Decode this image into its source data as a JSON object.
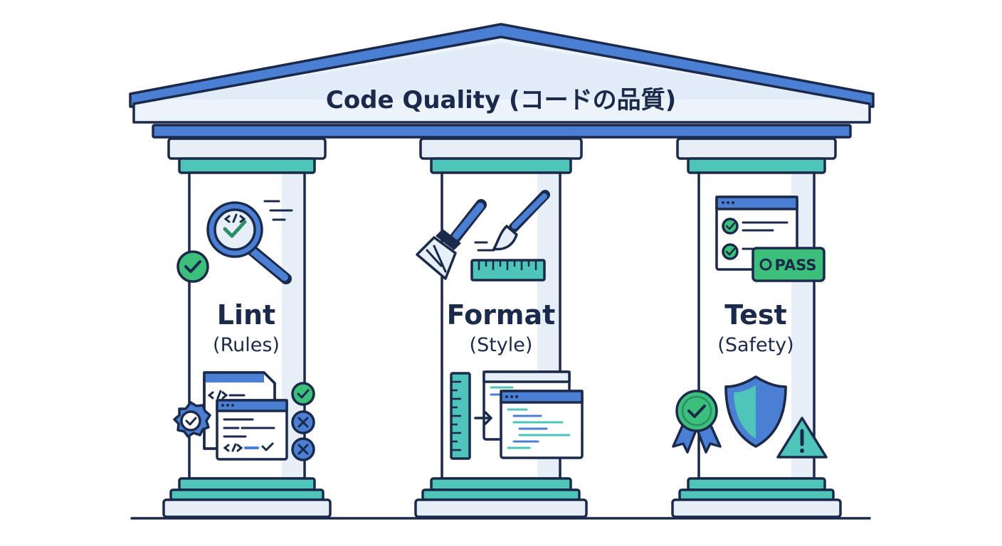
{
  "diagram": {
    "title": "Code Quality (コードの品質)",
    "pillars": [
      {
        "label": "Lint",
        "sublabel": "(Rules)"
      },
      {
        "label": "Format",
        "sublabel": "(Style)"
      },
      {
        "label": "Test",
        "sublabel": "(Safety)"
      }
    ],
    "badges": {
      "pass": "PASS"
    }
  },
  "colors": {
    "roof_blue": "#4a7fd4",
    "teal": "#4ec5b8",
    "pillar_light": "#e6eef8",
    "outline": "#1b2a4a",
    "green": "#3cbf7a",
    "green_dark": "#2a8f68"
  },
  "icons": [
    "magnifier-check-icon",
    "check-circle-icon",
    "code-document-icon",
    "gear-check-icon",
    "x-circle-icon",
    "brush-icon",
    "paintbrush-icon",
    "ruler-icon",
    "code-editor-icon",
    "checklist-window-icon",
    "pass-badge-icon",
    "award-ribbon-icon",
    "shield-icon",
    "warning-triangle-icon"
  ]
}
